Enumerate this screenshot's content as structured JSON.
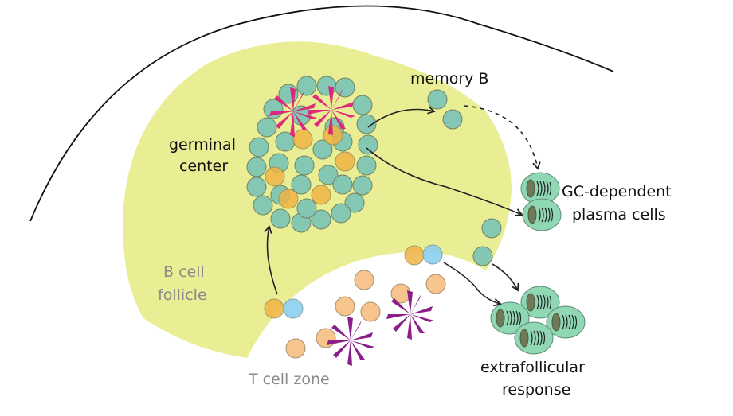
{
  "diagram": {
    "title": "B cell differentiation in lymph node",
    "colors": {
      "follicle": "#e9ee94",
      "b_cell": "#7fc6b6",
      "tfh_cell": "#f0b445",
      "t_cell": "#f7c48e",
      "activated_b_cell": "#8cd0ee",
      "plasma_cell": "#90d8b4",
      "fdc": "#e0157a",
      "dendritic_cell": "#8a1f8a"
    },
    "labels": {
      "germinal_center_line1": "germinal",
      "germinal_center_line2": "center",
      "memory_b": "memory B",
      "gc_plasma_line1": "GC-dependent",
      "gc_plasma_line2": "plasma cells",
      "b_cell_follicle_line1": "B cell",
      "b_cell_follicle_line2": "follicle",
      "t_cell_zone": "T cell zone",
      "extrafollicular_line1": "extrafollicular",
      "extrafollicular_line2": "response"
    }
  }
}
